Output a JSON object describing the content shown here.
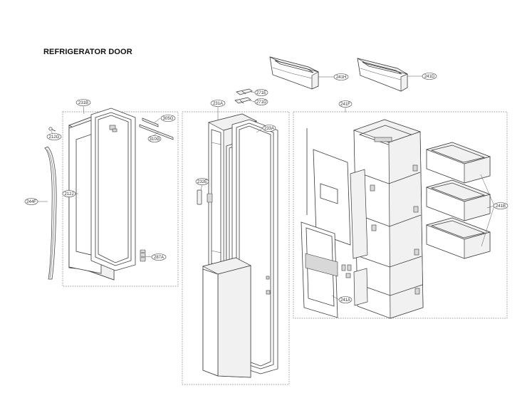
{
  "title": "REFRIGERATOR DOOR",
  "callouts": {
    "c231B": "231B",
    "c212G": "212G",
    "c212J": "212J",
    "c244F": "244F",
    "c305G": "305G",
    "c310G": "310G",
    "c287A": "287A",
    "c231A": "231A",
    "c233A": "233A",
    "c271E": "271E",
    "c271D": "271D",
    "c232E": "232E",
    "c241H": "241H",
    "c241D": "241D",
    "c241F": "241F",
    "c241B": "241B",
    "c241A": "241A"
  }
}
